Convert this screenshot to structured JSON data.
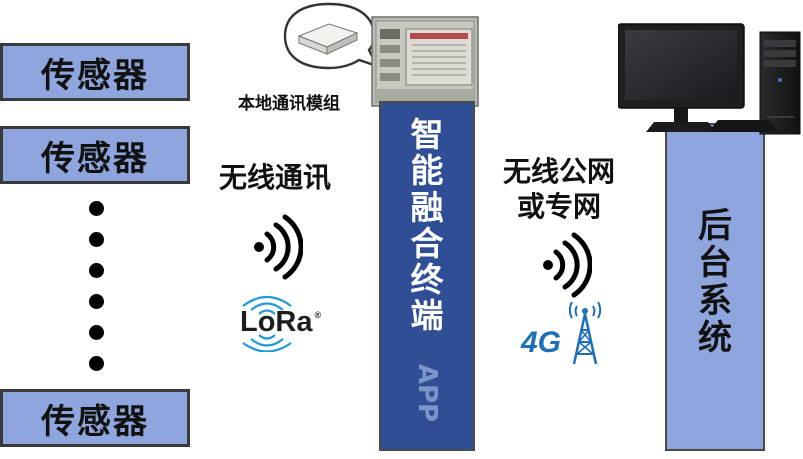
{
  "sensors": [
    {
      "label": "传感器"
    },
    {
      "label": "传感器"
    },
    {
      "label": "传感器"
    }
  ],
  "wireless_label": "无线通讯",
  "lora_label": "LoRa",
  "lora_mark": "®",
  "local_module_label": "本地通讯模组",
  "terminal": {
    "chars": [
      "智",
      "能",
      "融",
      "合",
      "终",
      "端"
    ],
    "app_label": "APP"
  },
  "public_network_label_line1": "无线公网",
  "public_network_label_line2": "或专网",
  "fourg_label": "4G",
  "backend": {
    "chars": [
      "后",
      "台",
      "系",
      "统"
    ]
  },
  "colors": {
    "sensor_fill": "#8ea5dd",
    "terminal_fill": "#2f4e95",
    "backend_fill": "#8ea5dd",
    "lora_blue": "#1e9ad6",
    "fourg_blue": "#1d6fb8"
  }
}
